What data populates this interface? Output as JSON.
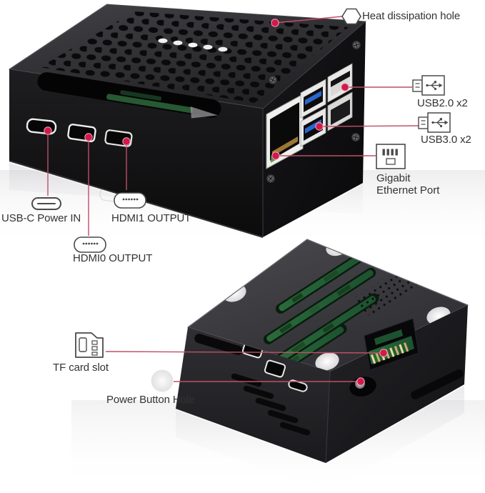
{
  "annotations": {
    "heat": {
      "label": "Heat dissipation hole"
    },
    "usb2": {
      "label": "USB2.0 x2"
    },
    "usb3": {
      "label": "USB3.0 x2"
    },
    "ethernet": {
      "line1": "Gigabit",
      "line2": "Ethernet Port"
    },
    "usbc": {
      "label": "USB-C Power IN"
    },
    "hdmi1": {
      "label": "HDMI1 OUTPUT"
    },
    "hdmi0": {
      "label": "HDMI0 OUTPUT"
    },
    "tf": {
      "label": "TF card slot"
    },
    "power": {
      "label": "Power Button Hole"
    }
  },
  "icons": {
    "heat": "hexagon-icon",
    "usb2": "usb-plug-icon",
    "usb3": "usb-plug-icon",
    "ethernet": "rj45-port-icon",
    "usbc": "usb-c-connector-icon",
    "hdmi1": "micro-hdmi-connector-icon",
    "hdmi0": "micro-hdmi-connector-icon",
    "tf": "tf-card-icon",
    "power": "power-button-circle-icon"
  },
  "colors": {
    "background": "#ffffff",
    "callout_dot": "#d2194a",
    "callout_line": "#c14f66",
    "label_text": "#333333",
    "icon_stroke": "#4a4a4a",
    "usb3_blue": "#2a66cc",
    "pcb_green": "#2e6e3e",
    "case_dark": "#141416",
    "case_gray": "#3c3c40",
    "foot_white": "#f2f2f3"
  }
}
